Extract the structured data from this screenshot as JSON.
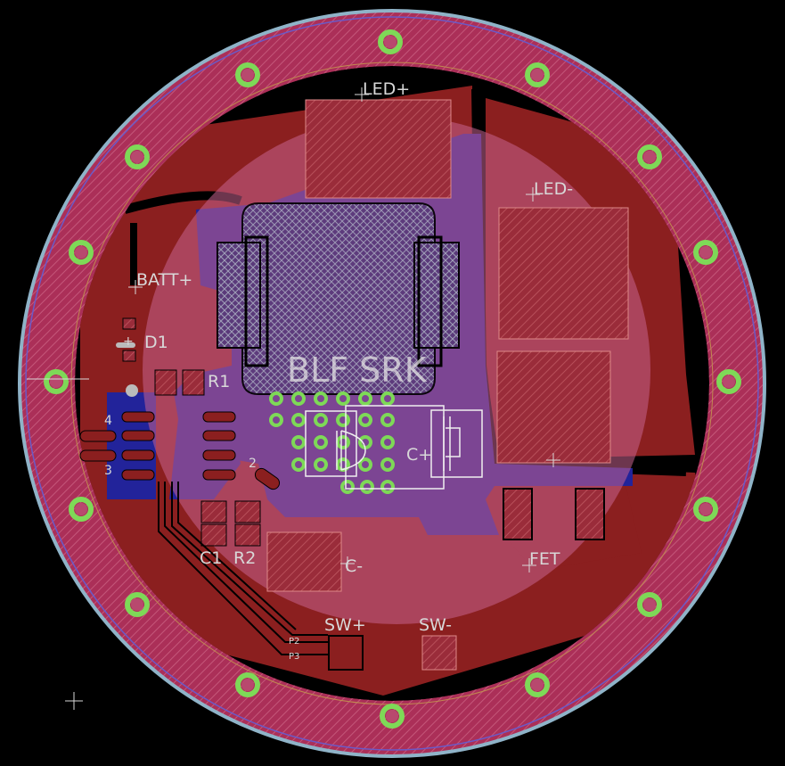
{
  "board": {
    "title": "BLF SRK",
    "labels": {
      "led_plus": "LED+",
      "led_minus": "LED-",
      "batt_plus": "BATT+",
      "d1": "D1",
      "r1": "R1",
      "c1": "C1",
      "r2": "R2",
      "c_plus": "C+",
      "c_minus": "C-",
      "fet": "FET",
      "sw_plus": "SW+",
      "sw_minus": "SW-",
      "pin4": "4",
      "pin3": "3",
      "pin2": "2",
      "p2": "P2",
      "p3": "P3",
      "plus_mark": "+"
    },
    "colors": {
      "background": "#000000",
      "top_copper": "#8b1f1f",
      "bottom_copper": "#22239a",
      "overlay": "#b8496e",
      "via_ring": "#7ed957",
      "outline": "#8fb3c8",
      "silkscreen": "#d8d8d8"
    }
  }
}
